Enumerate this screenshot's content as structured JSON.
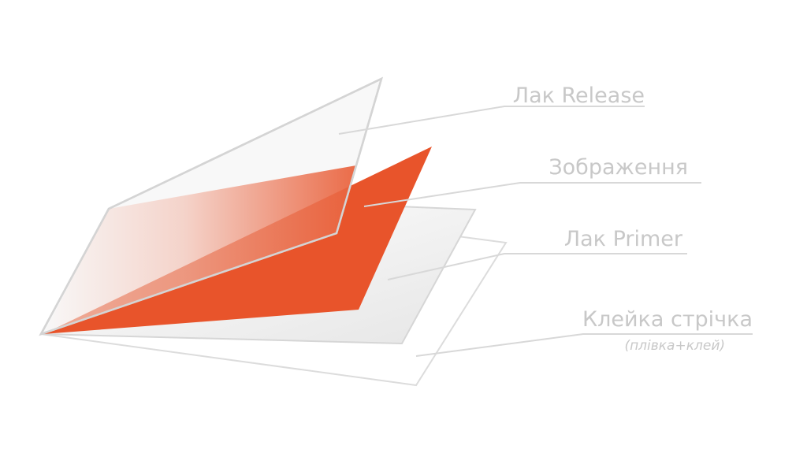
{
  "layers": [
    {
      "label": "Лак Release",
      "sublabel": ""
    },
    {
      "label": "Зображення",
      "sublabel": ""
    },
    {
      "label": "Лак Primer",
      "sublabel": ""
    },
    {
      "label": "Клейка стрічка",
      "sublabel": "(плівка+клей)"
    }
  ],
  "colors": {
    "image_layer": "#e8542b",
    "leader_line": "#d8d8d8",
    "label_text": "#c8c8c8"
  }
}
